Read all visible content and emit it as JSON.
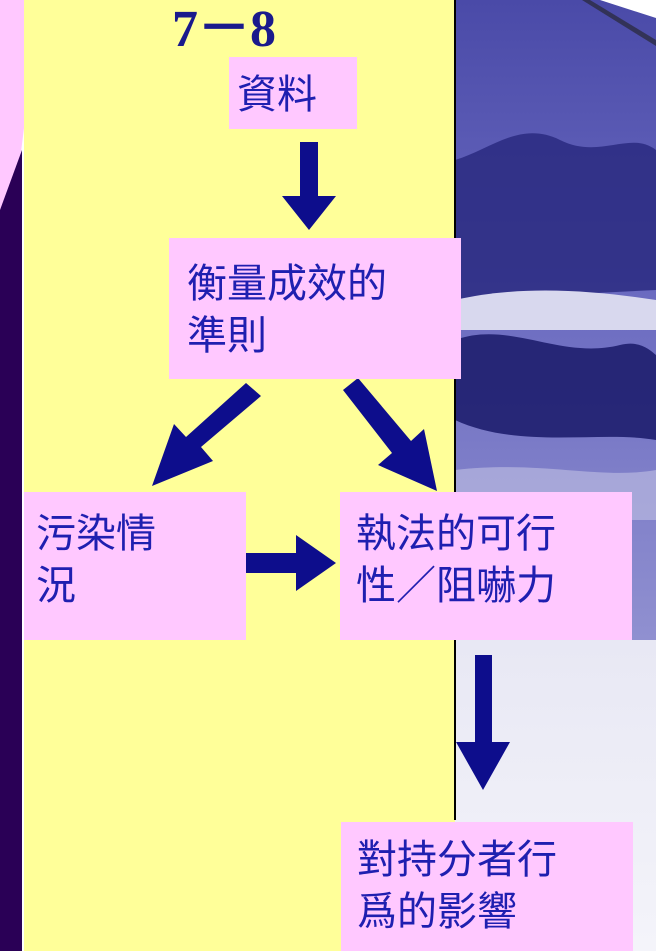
{
  "slide_number": "7－8",
  "nodes": {
    "data": "資料",
    "criteria": "衡量成效的\n準則",
    "pollution": "污染情\n況",
    "enforcement": "執法的可行\n性／阻嚇力",
    "impact": "對持分者行\n爲的影響"
  },
  "colors": {
    "panel": "#ffff99",
    "box": "#ffc8ff",
    "text": "#1f1fb0",
    "arrow": "#0d0d8c",
    "left_strip": "#2a0056"
  }
}
